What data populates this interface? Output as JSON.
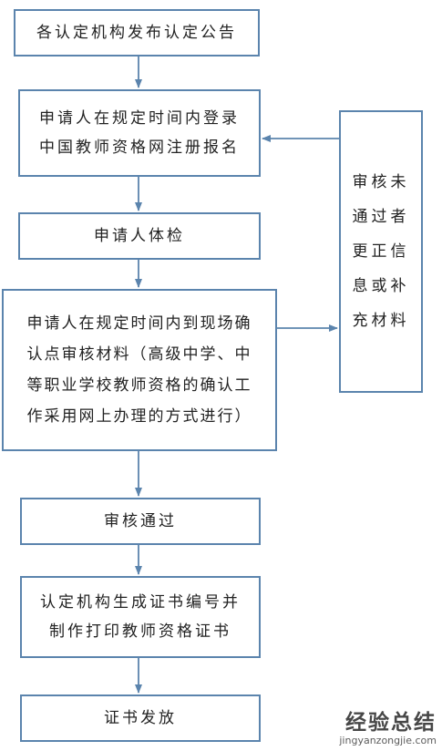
{
  "flowchart": {
    "steps": [
      "各认定机构发布认定公告",
      "申请人在规定时间内登录\n中国教师资格网注册报名",
      "申请人体检",
      "申请人在规定时间内到现场确\n认点审核材料（高级中学、中\n等职业学校教师资格的确认工\n作采用网上办理的方式进行）",
      "审核通过",
      "认定机构生成证书编号并\n制作打印教师资格证书",
      "证书发放"
    ],
    "side_box": "审核未\n通过者\n更正信\n息或补\n充材料"
  },
  "colors": {
    "border": "#5b84ad",
    "text": "#222222",
    "background": "#ffffff"
  },
  "watermark": {
    "text": "经验总结",
    "url": "jingyanzongjie.com"
  }
}
